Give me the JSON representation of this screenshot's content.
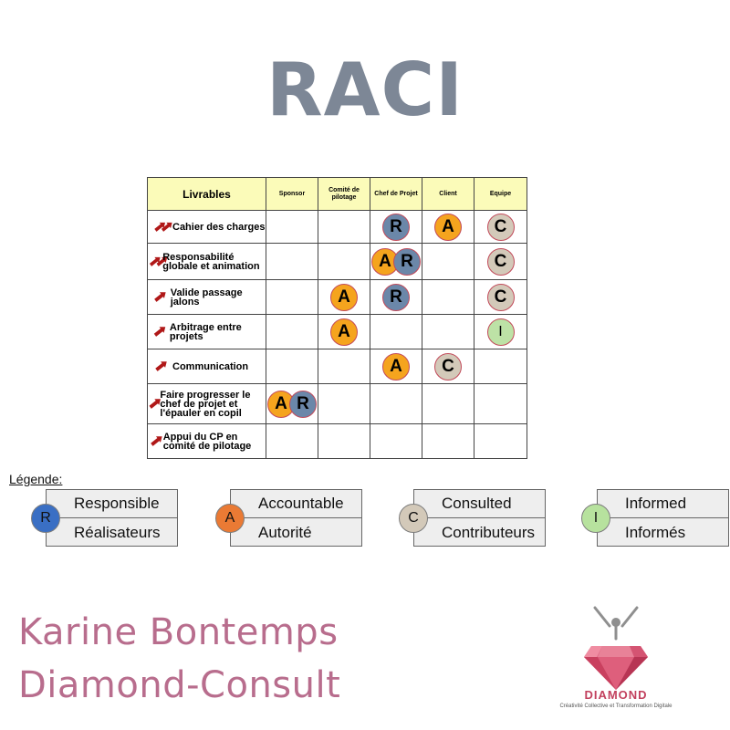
{
  "title": "RACI",
  "table": {
    "header_livrables": "Livrables",
    "roles": [
      "Sponsor",
      "Comité de pilotage",
      "Chef de Projet",
      "Client",
      "Equipe"
    ],
    "rows": [
      {
        "livrable": "Cahier des charges",
        "arrow": "double",
        "cells": [
          [],
          [],
          [
            "R"
          ],
          [
            "A"
          ],
          [
            "C"
          ]
        ]
      },
      {
        "livrable": "Responsabilité globale et animation",
        "arrow": "double",
        "cells": [
          [],
          [],
          [
            "A",
            "R"
          ],
          [],
          [
            "C"
          ]
        ]
      },
      {
        "livrable": "Valide passage jalons",
        "arrow": "single",
        "cells": [
          [],
          [
            "A"
          ],
          [
            "R"
          ],
          [],
          [
            "C"
          ]
        ]
      },
      {
        "livrable": "Arbitrage entre projets",
        "arrow": "single",
        "cells": [
          [],
          [
            "A"
          ],
          [],
          [],
          [
            "I"
          ]
        ]
      },
      {
        "livrable": "Communication",
        "arrow": "single",
        "cells": [
          [],
          [],
          [
            "A"
          ],
          [
            "C"
          ],
          []
        ]
      },
      {
        "livrable": "Faire progresser le chef de projet et l'épauler en copil",
        "arrow": "single",
        "cells": [
          [
            "A",
            "R"
          ],
          [],
          [],
          [],
          []
        ]
      },
      {
        "livrable": "Appui du CP en comité de pilotage",
        "arrow": "single",
        "cells": [
          [],
          [],
          [],
          [],
          []
        ]
      }
    ]
  },
  "legend": {
    "title": "Légende:",
    "items": [
      {
        "letter": "R",
        "line1": "Responsible",
        "line2": "Réalisateurs",
        "color": "#3a6fc4"
      },
      {
        "letter": "A",
        "line1": "Accountable",
        "line2": "Autorité",
        "color": "#ea7a34"
      },
      {
        "letter": "C",
        "line1": "Consulted",
        "line2": "Contributeurs",
        "color": "#d3c9b9"
      },
      {
        "letter": "I",
        "line1": "Informed",
        "line2": "Informés",
        "color": "#b7e29e"
      }
    ]
  },
  "author": {
    "name": "Karine Bontemps",
    "company": "Diamond-Consult"
  },
  "logo": {
    "name": "DIAMOND",
    "tagline": "Créativité Collective et Transformation Digitale",
    "color": "#c2415e"
  }
}
